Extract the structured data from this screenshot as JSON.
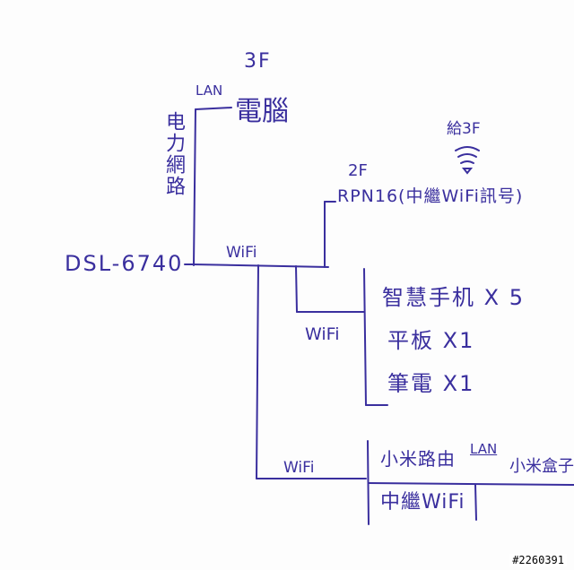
{
  "floor_3f": "3F",
  "floor_2f": "2F",
  "to_3f": "給3F",
  "lan_top": "LAN",
  "computer": "電腦",
  "powerline": "电力網路",
  "modem": "DSL-6740",
  "wifi_main": "WiFi",
  "repeater": "RPN16(中繼WiFi訊号)",
  "wifi_devices": "WiFi",
  "device_phone": "智慧手机 X 5",
  "device_tablet": "平板 X1",
  "device_laptop": "筆電 X1",
  "wifi_xiaomi": "WiFi",
  "xiaomi_router": "小米路由",
  "lan_box": "LAN",
  "xiaomi_box": "小米盒子",
  "repeater_wifi": "中繼WiFi",
  "watermark": "#2260391",
  "ink_color": "#3a2f9e",
  "icons": [
    "wifi-signal-icon"
  ]
}
